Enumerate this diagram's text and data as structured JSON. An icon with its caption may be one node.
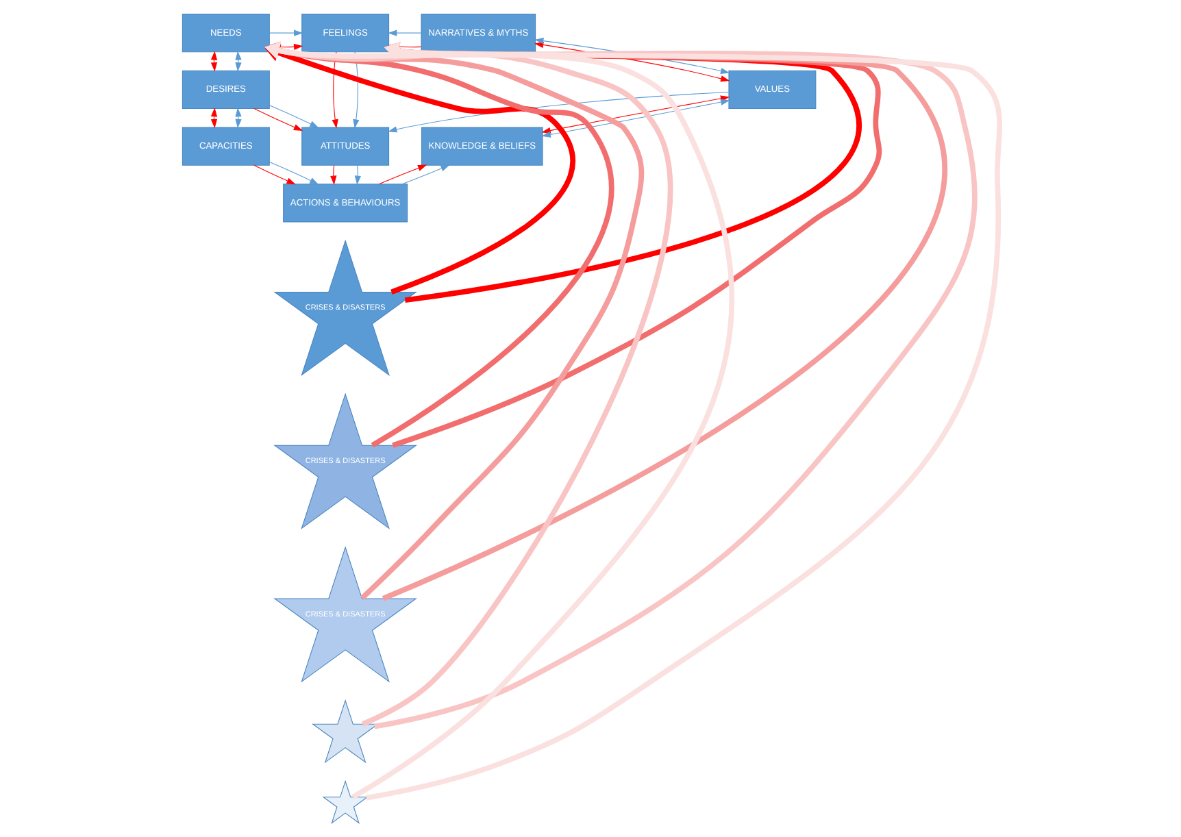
{
  "diagram": {
    "nodes": [
      {
        "text": [
          "NEEDS"
        ]
      },
      {
        "text": [
          "DESIRES"
        ]
      },
      {
        "text": [
          "CAPACITIES"
        ]
      },
      {
        "text": [
          "FEELINGS"
        ]
      },
      {
        "text": [
          "ATTITUDES"
        ]
      },
      {
        "text": [
          "ACTIONS & BEHAVIOURS"
        ]
      },
      {
        "text": [
          "NARRATIVES & MYTHS"
        ]
      },
      {
        "text": [
          "VALUES"
        ]
      },
      {
        "text": [
          "KNOWLEDGE & BELIEFS"
        ]
      },
      {
        "text": [
          "CRISES & DISASTERS"
        ]
      },
      {
        "text": [
          "CRISES & DISASTERS"
        ]
      },
      {
        "text": [
          "CRISES & DISASTERS"
        ]
      },
      {
        "text": [],
        "shape": "star"
      },
      {
        "text": [],
        "shape": "star"
      }
    ],
    "edges": [
      {
        "from": 0,
        "to": 1,
        "arrow": "both"
      },
      {
        "from": 0,
        "to": 1,
        "arrow": "both",
        "color": "#5b9bd5"
      },
      {
        "from": 1,
        "to": 2,
        "arrow": "both"
      },
      {
        "from": 1,
        "to": 2,
        "arrow": "both",
        "color": "#5b9bd5"
      },
      {
        "from": 0,
        "to": 3,
        "arrow": "to"
      },
      {
        "from": 0,
        "to": 3,
        "arrow": "to",
        "color": "#5b9bd5"
      },
      {
        "from": 6,
        "to": 3,
        "arrow": "to"
      },
      {
        "from": 6,
        "to": 3,
        "arrow": "to",
        "color": "#5b9bd5"
      },
      {
        "from": 3,
        "to": 4,
        "arrow": "to"
      },
      {
        "from": 3,
        "to": 4,
        "arrow": "to",
        "color": "#5b9bd5"
      },
      {
        "from": 1,
        "to": 4,
        "arrow": "to"
      },
      {
        "from": 1,
        "to": 4,
        "arrow": "to",
        "color": "#5b9bd5"
      },
      {
        "from": 4,
        "to": 5,
        "arrow": "to"
      },
      {
        "from": 4,
        "to": 5,
        "arrow": "to",
        "color": "#5b9bd5"
      },
      {
        "from": 2,
        "to": 5,
        "arrow": "to"
      },
      {
        "from": 2,
        "to": 5,
        "arrow": "to",
        "color": "#5b9bd5"
      },
      {
        "from": 7,
        "to": 4,
        "arrow": "to",
        "color": "#5b9bd5"
      },
      {
        "from": 6,
        "to": 7,
        "arrow": "both"
      },
      {
        "from": 6,
        "to": 7,
        "arrow": "both",
        "color": "#5b9bd5"
      },
      {
        "from": 7,
        "to": 8,
        "arrow": "both"
      },
      {
        "from": 7,
        "to": 8,
        "arrow": "both",
        "color": "#5b9bd5"
      },
      {
        "from": 5,
        "to": 8,
        "arrow": "to"
      },
      {
        "from": 5,
        "to": 8,
        "arrow": "to",
        "color": "#5b9bd5"
      },
      {
        "from": 9,
        "to": 0,
        "arrow": "to",
        "style": "thick"
      },
      {
        "from": 9,
        "to": 3,
        "arrow": "to",
        "style": "thick"
      },
      {
        "from": 10,
        "to": 0,
        "arrow": "to",
        "style": "thick",
        "color": "#f26d6d"
      },
      {
        "from": 10,
        "to": 3,
        "arrow": "to",
        "style": "thick",
        "color": "#f26d6d"
      },
      {
        "from": 11,
        "to": 0,
        "arrow": "to",
        "style": "thick",
        "color": "#f59c9c"
      },
      {
        "from": 11,
        "to": 3,
        "arrow": "to",
        "style": "thick",
        "color": "#f59c9c"
      },
      {
        "from": 12,
        "to": 0,
        "arrow": "to",
        "style": "thick",
        "color": "#f9c4c4"
      },
      {
        "from": 12,
        "to": 3,
        "arrow": "to",
        "style": "thick",
        "color": "#f9c4c4"
      },
      {
        "from": 13,
        "to": 0,
        "arrow": "to",
        "style": "thick",
        "color": "#fbe0e0"
      },
      {
        "from": 13,
        "to": 3,
        "arrow": "to",
        "style": "thick",
        "color": "#fbe0e0"
      }
    ]
  }
}
